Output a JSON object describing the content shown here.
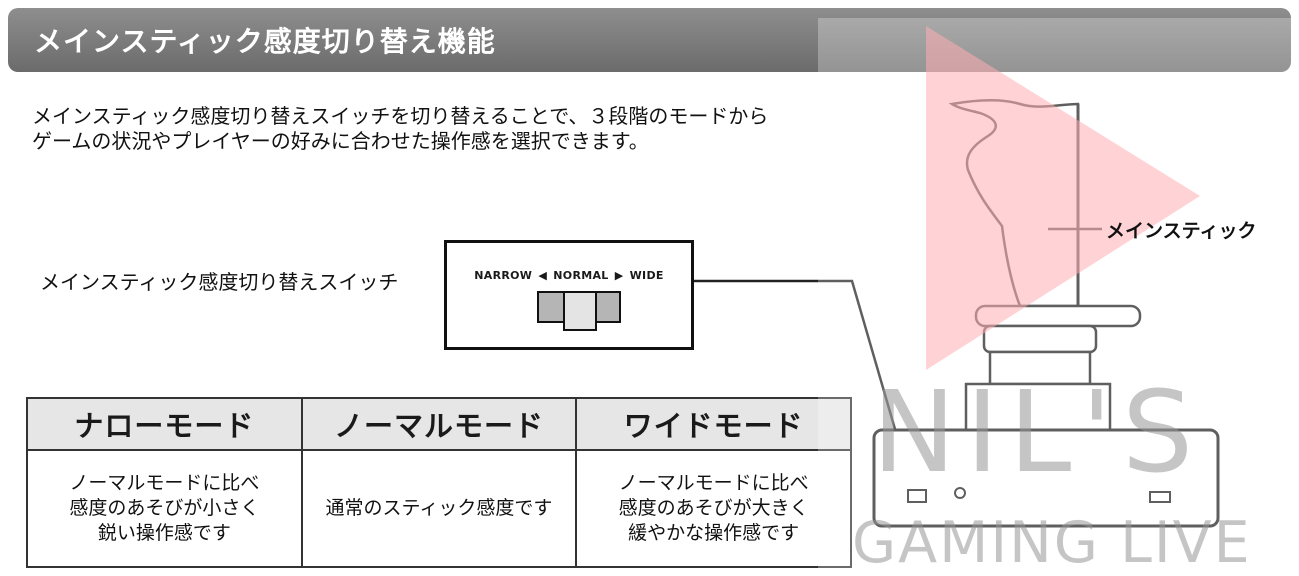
{
  "header": {
    "title": "メインスティック感度切り替え機能"
  },
  "intro": {
    "lines": [
      "メインスティック感度切り替えスイッチを切り替えることで、３段階のモードから",
      "ゲームの状況やプレイヤーの好みに合わせた操作感を選択できます。"
    ]
  },
  "switch": {
    "label": "メインスティック感度切り替えスイッチ",
    "narrow": "NARROW",
    "left_arrow": "◀",
    "normal": "NORMAL",
    "right_arrow": "▶",
    "wide": "WIDE"
  },
  "stick_label": "メインスティック",
  "table": {
    "headers": [
      "ナローモード",
      "ノーマルモード",
      "ワイドモード"
    ],
    "cells": [
      [
        "ノーマルモードに比べ",
        "感度のあそびが小さく",
        "鋭い操作感です"
      ],
      [
        "通常のスティック感度です"
      ],
      [
        "ノーマルモードに比べ",
        "感度のあそびが大きく",
        "緩やかな操作感です"
      ]
    ]
  },
  "watermark": {
    "line1": "NIL'S",
    "line2": "GAMING LIVE"
  },
  "colors": {
    "banner": "#7a7a7a",
    "table_header": "#e6e6e6",
    "play_triangle": "#ff8f96"
  },
  "icons": {
    "play": "play-triangle-icon"
  }
}
